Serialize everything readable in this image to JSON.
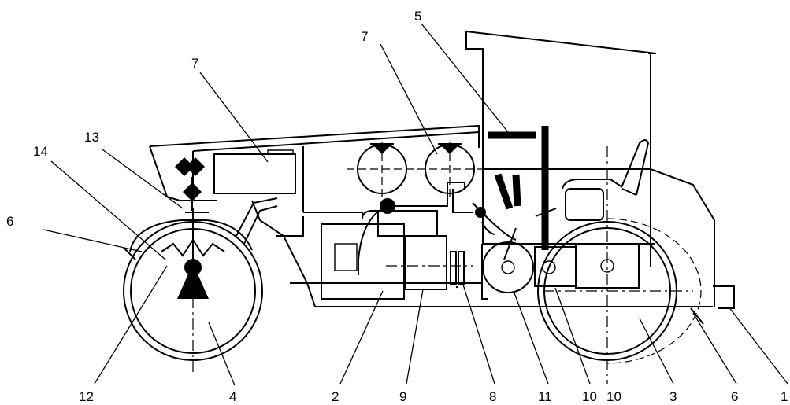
{
  "callouts": {
    "c1": "1",
    "c2": "2",
    "c3": "3",
    "c4": "4",
    "c5": "5",
    "c6_left": "6",
    "c6_bottom": "6",
    "c7_left": "7",
    "c7_right": "7",
    "c8": "8",
    "c9": "9",
    "c10_a": "10",
    "c10_b": "10",
    "c11": "11",
    "c12": "12",
    "c13": "13",
    "c14": "14"
  }
}
